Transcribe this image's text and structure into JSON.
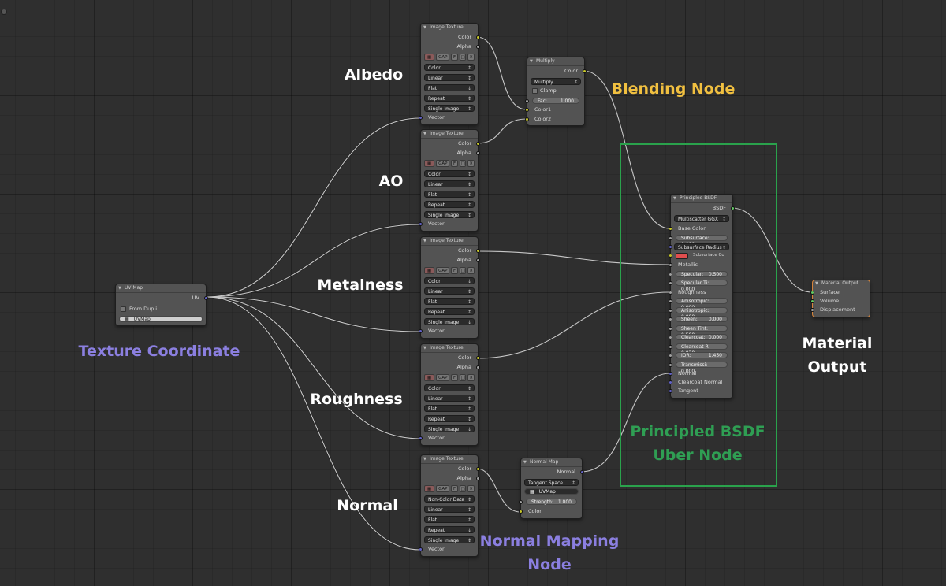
{
  "labels": {
    "albedo": "Albedo",
    "ao": "AO",
    "metalness": "Metalness",
    "roughness": "Roughness",
    "normal": "Normal",
    "texture_coordinate": "Texture Coordinate",
    "blending_node": "Blending Node",
    "principled_line1": "Principled BSDF",
    "principled_line2": "Uber Node",
    "material_line1": "Material",
    "material_line2": "Output",
    "normal_mapping_line1": "Normal Mapping",
    "normal_mapping_line2": "Node"
  },
  "colors": {
    "label_white": "#ffffff",
    "label_purple": "#8b7fe0",
    "label_yellow": "#f1c040",
    "label_green": "#2f9e53",
    "box_green": "#2aa24c",
    "selected_outline": "#d6843b"
  },
  "image_texture": {
    "title": "Image Texture",
    "color_out": "Color",
    "alpha_out": "Alpha",
    "vector_in": "Vector",
    "toolbar": [
      "GAP",
      "F"
    ],
    "toolbar_icons": [
      "image-browse-icon",
      "close-icon"
    ]
  },
  "tex_albedo": {
    "space": "Color",
    "interp": "Linear",
    "proj": "Flat",
    "ext": "Repeat",
    "src": "Single Image"
  },
  "tex_ao": {
    "space": "Color",
    "interp": "Linear",
    "proj": "Flat",
    "ext": "Repeat",
    "src": "Single Image"
  },
  "tex_metal": {
    "space": "Color",
    "interp": "Linear",
    "proj": "Flat",
    "ext": "Repeat",
    "src": "Single Image"
  },
  "tex_rough": {
    "space": "Color",
    "interp": "Linear",
    "proj": "Flat",
    "ext": "Repeat",
    "src": "Single Image"
  },
  "tex_normal": {
    "space": "Non-Color Data",
    "interp": "Linear",
    "proj": "Flat",
    "ext": "Repeat",
    "src": "Single Image"
  },
  "multiply": {
    "title": "Multiply",
    "color_out": "Color",
    "mode": "Multiply",
    "clamp": "Clamp",
    "fac_label": "Fac:",
    "fac_value": "1.000",
    "color1": "Color1",
    "color2": "Color2"
  },
  "uvmap_node": {
    "title": "UV Map",
    "uv_out": "UV",
    "from_dupli": "From Dupli",
    "map": "UVMap"
  },
  "normal_map": {
    "title": "Normal Map",
    "normal_out": "Normal",
    "space": "Tangent Space",
    "map": "UVMap",
    "strength_label": "Strength:",
    "strength_value": "1.000",
    "color_in": "Color"
  },
  "bsdf": {
    "title": "Principled BSDF",
    "out": "BSDF",
    "distribution": "Multiscatter GGX",
    "base_color": "Base Color",
    "subsurface": "Subsurface: 0.000",
    "subsurface_radius": "Subsurface Radius",
    "subsurface_color": "Subsurface Co",
    "metallic": "Metallic",
    "specular_l": "Specular:",
    "specular_v": "0.500",
    "specular_tint": "Specular Ti: 0.000",
    "roughness": "Roughness",
    "anisotropic": "Anisotropic: 0.000",
    "anisotropic_rot": "Anisotropic: 0.000",
    "sheen_l": "Sheen:",
    "sheen_v": "0.000",
    "sheen_tint": "Sheen Tint: 0.500",
    "clearcoat_l": "Clearcoat:",
    "clearcoat_v": "0.000",
    "clearcoat_rough": "Clearcoat R: 0.030",
    "ior_l": "IOR:",
    "ior_v": "1.450",
    "transmission": "Transmissi: 0.000",
    "normal": "Normal",
    "clearcoat_normal": "Clearcoat Normal",
    "tangent": "Tangent"
  },
  "material_output": {
    "title": "Material Output",
    "surface": "Surface",
    "volume": "Volume",
    "displacement": "Displacement"
  }
}
